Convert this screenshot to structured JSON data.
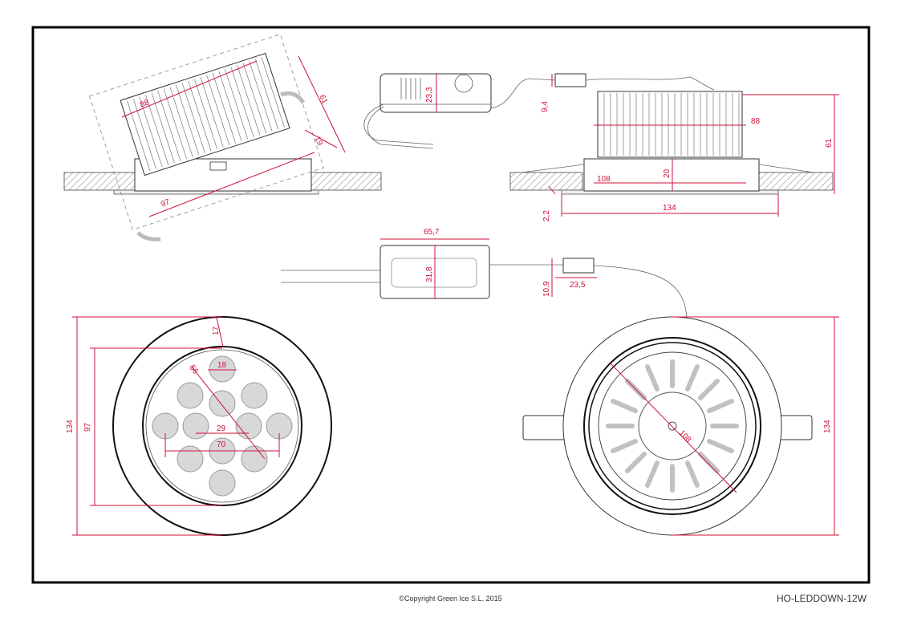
{
  "dimensions": {
    "tilt_width": "88",
    "tilt_height": "61",
    "tilt_offset": "19",
    "tilt_cutout": "97",
    "driver_height": "23,3",
    "connector_height": "9,4",
    "side_width": "88",
    "side_height": "61",
    "side_inner": "108",
    "side_depth": "20",
    "side_flange": "2,2",
    "side_outer": "134",
    "driver_length": "65,7",
    "driver_width": "31,8",
    "connector_width": "23,5",
    "connector_depth": "10,9",
    "front_flange": "17",
    "front_led": "18",
    "front_diag": "56",
    "front_center": "29",
    "front_span": "70",
    "front_outer": "134",
    "front_inner": "97",
    "back_diag": "108",
    "back_outer": "134"
  },
  "footer": {
    "copyright": "©Copyright Green Ice S.L. 2015",
    "model": "HO-LEDDOWN-12W"
  },
  "colors": {
    "dimension": "#d0103a",
    "frame": "#000000",
    "line": "#333333"
  }
}
